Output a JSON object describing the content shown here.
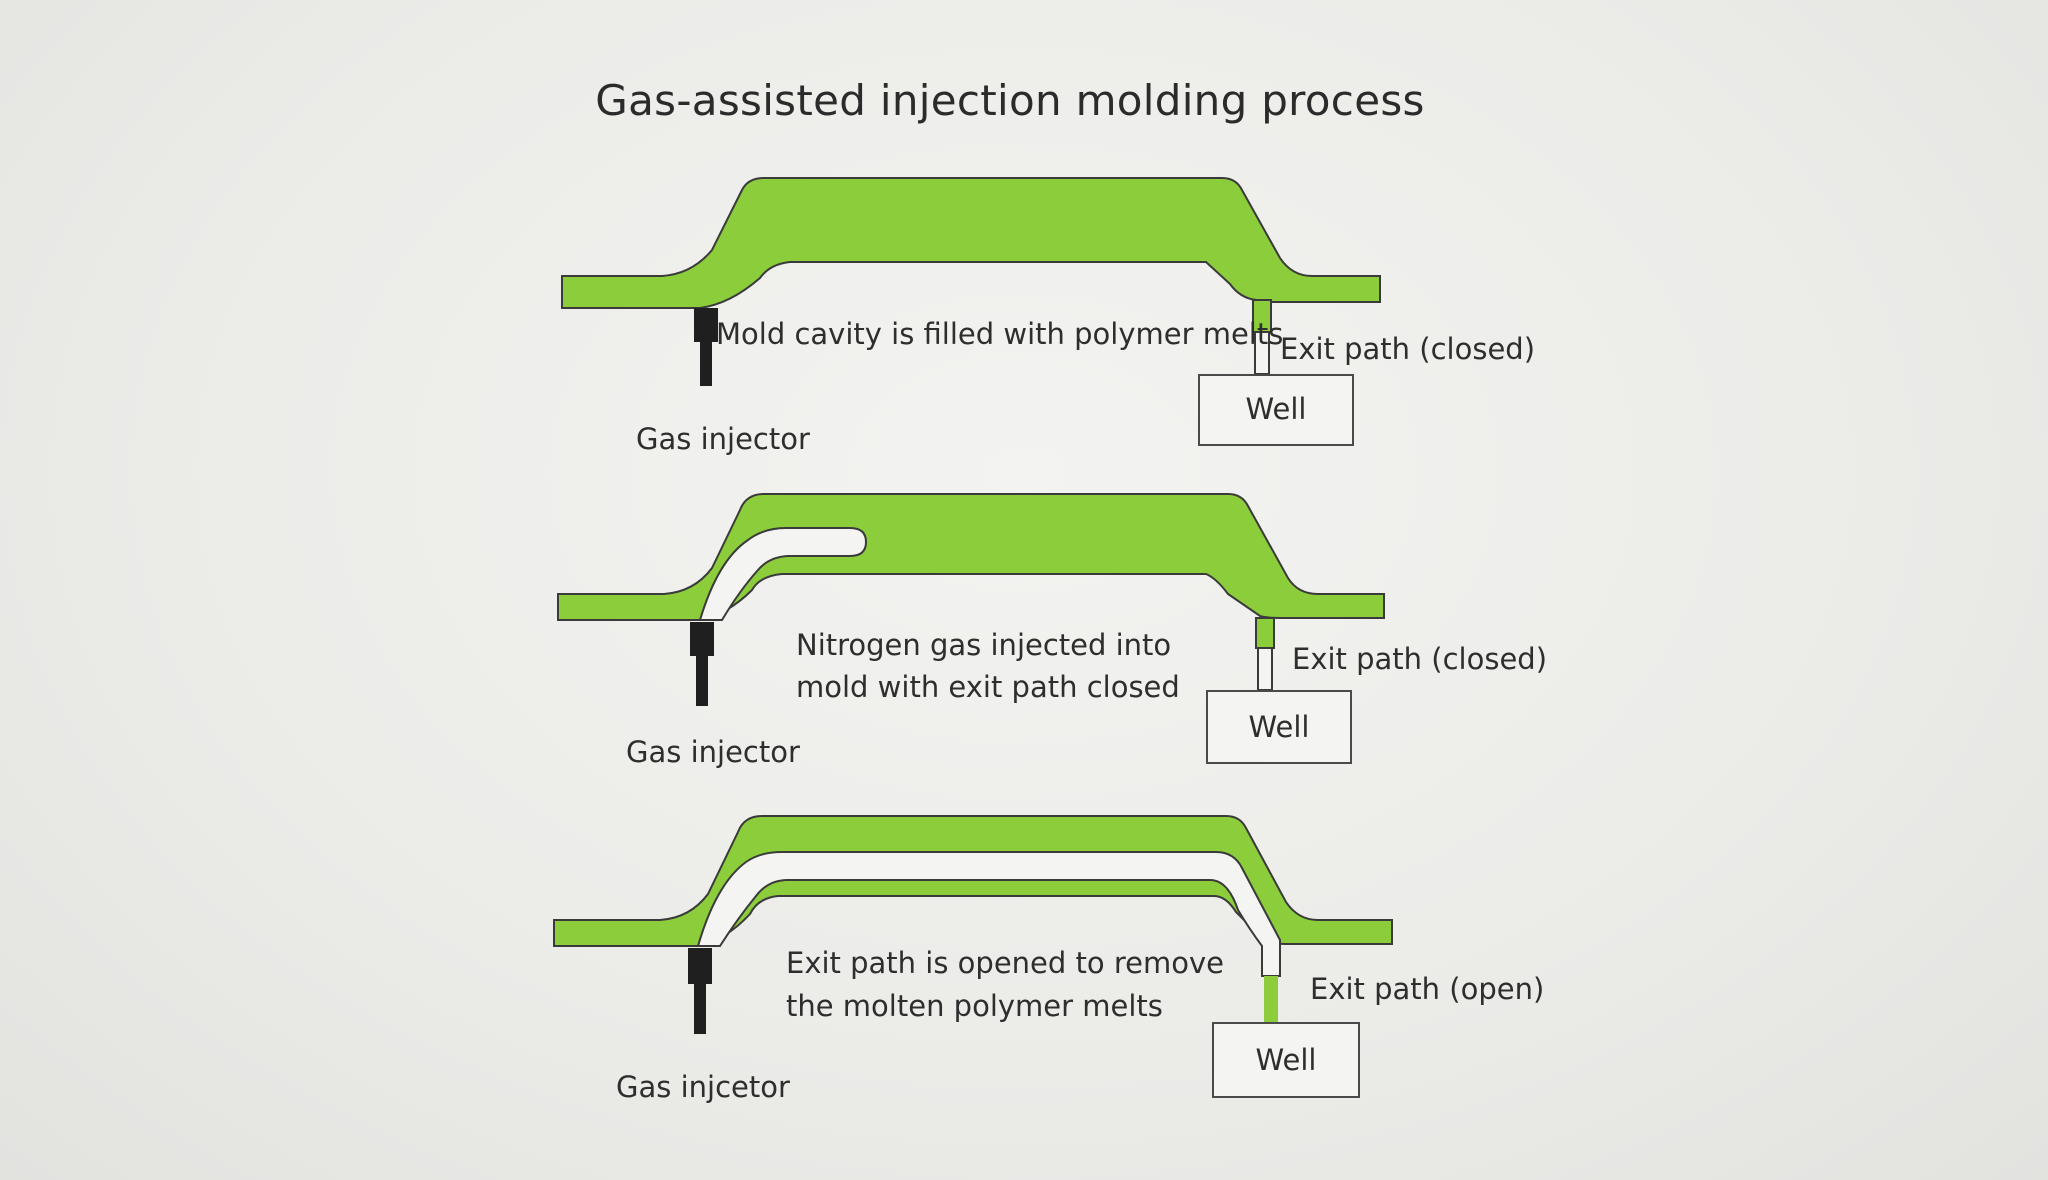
{
  "title": "Gas-assisted injection molding process",
  "colors": {
    "polymer": "#8ccd3c",
    "outline": "#3a3a3a",
    "injector": "#1f1f1f"
  },
  "stages": [
    {
      "caption": "Mold cavity is filled with polymer melts",
      "injector_label": "Gas injector",
      "exit_label": "Exit path (closed)",
      "well_label": "Well"
    },
    {
      "caption_line1": "Nitrogen gas injected into",
      "caption_line2": "mold with exit path closed",
      "injector_label": "Gas injector",
      "exit_label": "Exit path (closed)",
      "well_label": "Well"
    },
    {
      "caption_line1": "Exit path is opened to remove",
      "caption_line2": "the molten polymer melts",
      "injector_label": "Gas injcetor",
      "exit_label": "Exit path (open)",
      "well_label": "Well"
    }
  ]
}
